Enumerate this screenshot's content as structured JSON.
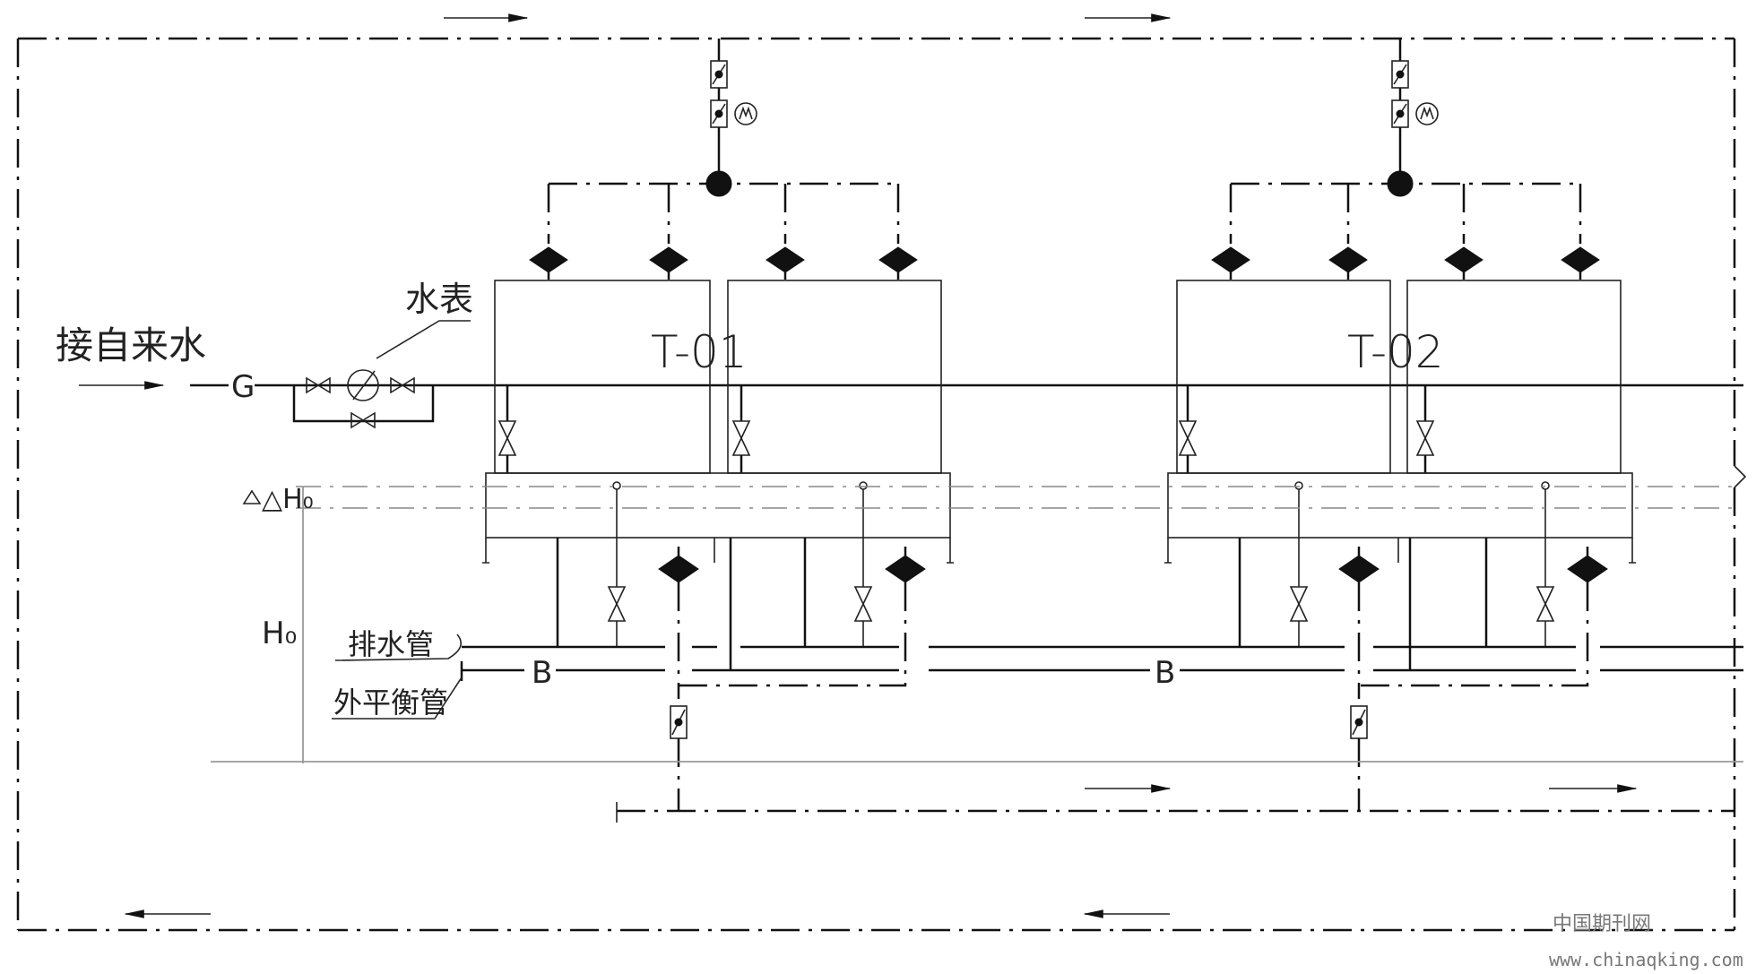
{
  "labels": {
    "water_supply": "接自来水",
    "water_meter": "水表",
    "pipe_g": "G",
    "pipe_b1": "B",
    "pipe_b2": "B",
    "tower_1": "T-01",
    "tower_2": "T-02",
    "delta_h0": "△H₀",
    "h0": "H₀",
    "drain_pipe": "排水管",
    "balance_pipe": "外平衡管"
  },
  "watermark": {
    "cn": "中国期刊网",
    "url": "www.chinaqking.com"
  }
}
